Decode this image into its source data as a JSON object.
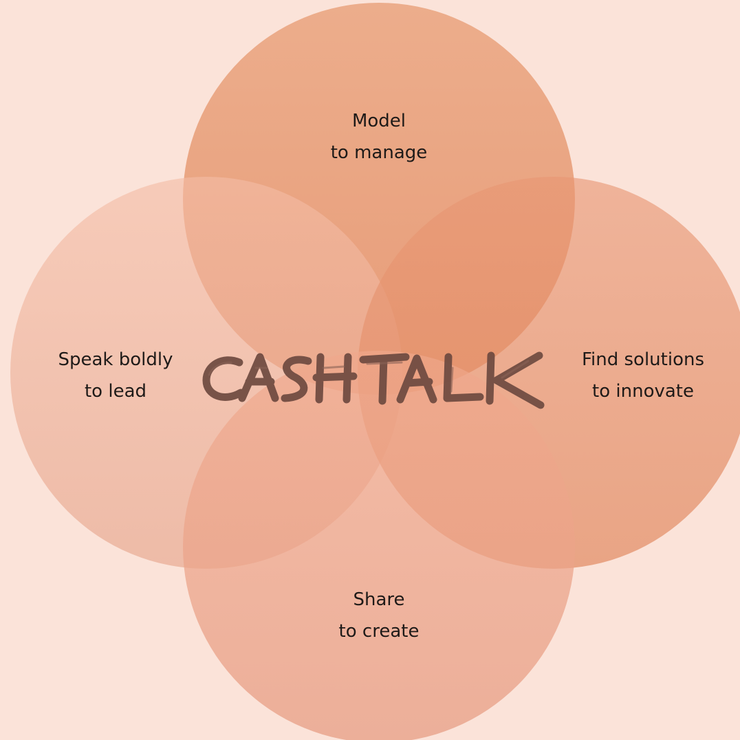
{
  "colors": {
    "background": "#fbe3d9",
    "circle_top": "#e7a07a",
    "circle_left": "#f1bba6",
    "circle_right": "#e9a07e",
    "circle_bottom": "#efad93",
    "text": "#1e1a18",
    "logo": "#6e4a40"
  },
  "diagram": {
    "center_logo": "CASH TALK",
    "circles": {
      "top": {
        "line1": "Model",
        "line2": "to manage"
      },
      "left": {
        "line1": "Speak boldly",
        "line2": "to lead"
      },
      "right": {
        "line1": "Find solutions",
        "line2": "to innovate"
      },
      "bottom": {
        "line1": "Share",
        "line2": "to create"
      }
    }
  }
}
